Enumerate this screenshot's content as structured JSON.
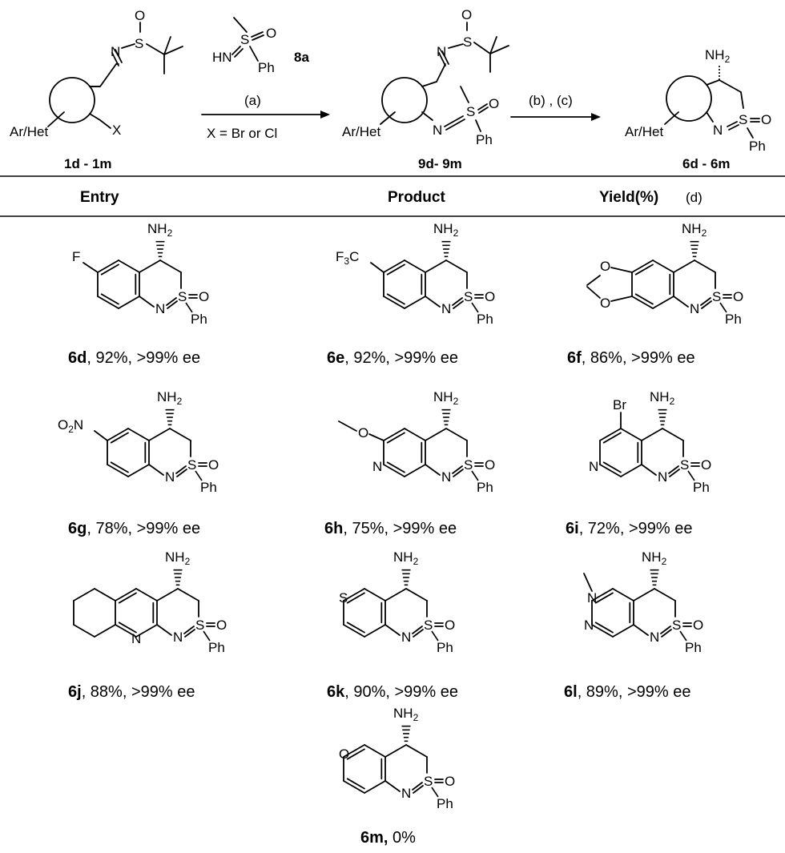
{
  "scheme": {
    "reagent_label": "8a",
    "step1_condition": "(a)",
    "step1_note": "X = Br or Cl",
    "step2_condition": "(b) , (c)",
    "start_label": "1d - 1m",
    "intermediate_label": "9d- 9m",
    "product_label": "6d - 6m",
    "ar_het": "Ar/Het",
    "x_label": "X",
    "s_label": "S",
    "o_label": "O",
    "n_label": "N",
    "hn_label": "HN",
    "ph_label": "Ph",
    "nh2_label": "NH2"
  },
  "table": {
    "headers": {
      "entry": "Entry",
      "product": "Product",
      "yield": "Yield(%)",
      "yield_note": "(d)"
    },
    "entries": [
      {
        "id": "6d",
        "rest": ", 92%, >99% ee"
      },
      {
        "id": "6e",
        "rest": ", 92%, >99% ee"
      },
      {
        "id": "6f",
        "rest": ", 86%, >99% ee"
      },
      {
        "id": "6g",
        "rest": ", 78%, >99% ee"
      },
      {
        "id": "6h",
        "rest": ", 75%, >99% ee"
      },
      {
        "id": "6i",
        "rest": ", 72%, >99% ee"
      },
      {
        "id": "6j",
        "rest": ", 88%, >99% ee"
      },
      {
        "id": "6k",
        "rest": ", 90%, >99% ee"
      },
      {
        "id": "6l",
        "rest": ", 89%, >99% ee"
      },
      {
        "id": "6m,",
        "rest": " 0%"
      }
    ]
  },
  "substituents": {
    "F": "F",
    "CF3": "F3C",
    "NO2": "O2N",
    "Br": "Br",
    "Me": ""
  }
}
